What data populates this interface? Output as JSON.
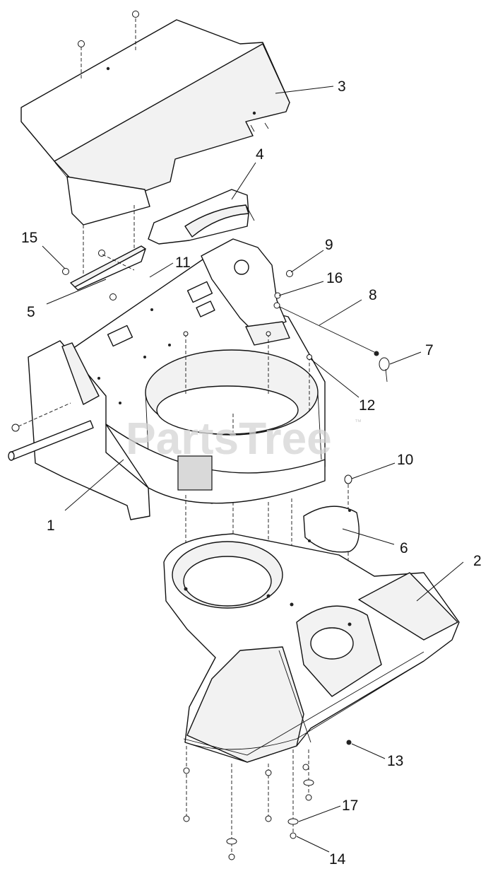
{
  "watermark": {
    "text": "PartsTree",
    "trademark": "™"
  },
  "callouts": [
    {
      "id": "c1",
      "label": "1"
    },
    {
      "id": "c2",
      "label": "2"
    },
    {
      "id": "c3",
      "label": "3"
    },
    {
      "id": "c4",
      "label": "4"
    },
    {
      "id": "c5",
      "label": "5"
    },
    {
      "id": "c6",
      "label": "6"
    },
    {
      "id": "c7",
      "label": "7"
    },
    {
      "id": "c8",
      "label": "8"
    },
    {
      "id": "c9",
      "label": "9"
    },
    {
      "id": "c10",
      "label": "10"
    },
    {
      "id": "c11",
      "label": "11"
    },
    {
      "id": "c12",
      "label": "12"
    },
    {
      "id": "c13",
      "label": "13"
    },
    {
      "id": "c14",
      "label": "14"
    },
    {
      "id": "c15",
      "label": "15"
    },
    {
      "id": "c16",
      "label": "16"
    },
    {
      "id": "c17",
      "label": "17"
    }
  ]
}
